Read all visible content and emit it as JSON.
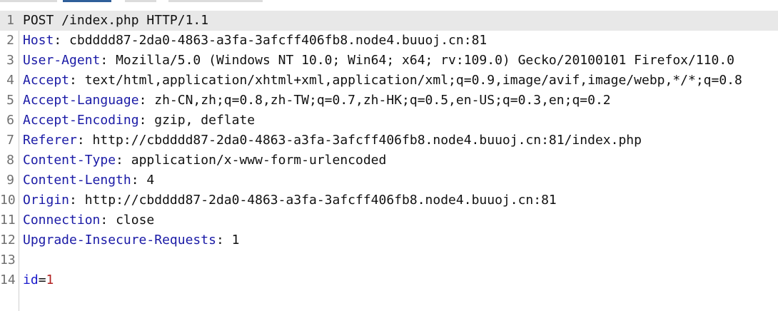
{
  "tabs": [
    {
      "label": "",
      "active": false
    },
    {
      "label": "",
      "active": true
    },
    {
      "label": "",
      "active": false
    },
    {
      "label": "",
      "active": false
    }
  ],
  "request": {
    "request_line": "POST /index.php HTTP/1.1",
    "headers": [
      {
        "name": "Host",
        "value": "cbdddd87-2da0-4863-a3fa-3afcff406fb8.node4.buuoj.cn:81"
      },
      {
        "name": "User-Agent",
        "value": "Mozilla/5.0 (Windows NT 10.0; Win64; x64; rv:109.0) Gecko/20100101 Firefox/110.0"
      },
      {
        "name": "Accept",
        "value": "text/html,application/xhtml+xml,application/xml;q=0.9,image/avif,image/webp,*/*;q=0.8"
      },
      {
        "name": "Accept-Language",
        "value": "zh-CN,zh;q=0.8,zh-TW;q=0.7,zh-HK;q=0.5,en-US;q=0.3,en;q=0.2"
      },
      {
        "name": "Accept-Encoding",
        "value": "gzip, deflate"
      },
      {
        "name": "Referer",
        "value": "http://cbdddd87-2da0-4863-a3fa-3afcff406fb8.node4.buuoj.cn:81/index.php"
      },
      {
        "name": "Content-Type",
        "value": "application/x-www-form-urlencoded"
      },
      {
        "name": "Content-Length",
        "value": "4"
      },
      {
        "name": "Origin",
        "value": "http://cbdddd87-2da0-4863-a3fa-3afcff406fb8.node4.buuoj.cn:81"
      },
      {
        "name": "Connection",
        "value": "close"
      },
      {
        "name": "Upgrade-Insecure-Requests",
        "value": "1"
      }
    ],
    "body": {
      "param": "id",
      "eq": "=",
      "value": "1"
    },
    "line_numbers": [
      "1",
      "2",
      "3",
      "4",
      "5",
      "6",
      "7",
      "8",
      "9",
      "10",
      "11",
      "12",
      "13",
      "14"
    ],
    "separator": ": "
  }
}
